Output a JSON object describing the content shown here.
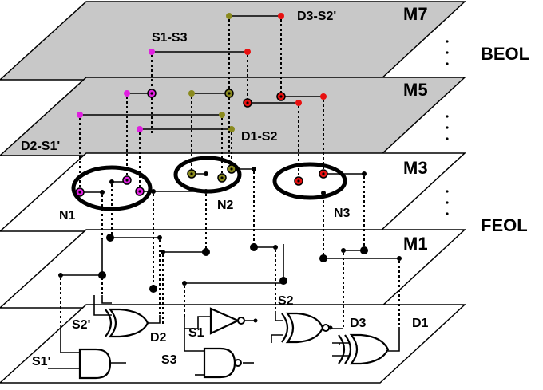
{
  "layers": {
    "m7": "M7",
    "m5": "M5",
    "m3": "M3",
    "m1": "M1"
  },
  "regions": {
    "beol": "BEOL",
    "feol": "FEOL"
  },
  "nets": {
    "s1_s3": "S1-S3",
    "d3_s2p": "D3-S2'",
    "d2_s1p": "D2-S1'",
    "d1_s2": "D1-S2",
    "n1": "N1",
    "n2": "N2",
    "n3": "N3"
  },
  "pins": {
    "s2p": "S2'",
    "d2": "D2",
    "s1": "S1",
    "s3": "S3",
    "s2": "S2",
    "d3": "D3",
    "d1": "D1",
    "s1p": "S1'"
  },
  "colors": {
    "upper_plane": "#c8c8c8",
    "lower_plane": "#ffffff",
    "magenta_via": "#e020e0",
    "olive_via": "#8a8a1e",
    "red_via": "#e81010",
    "wire": "#000000"
  }
}
